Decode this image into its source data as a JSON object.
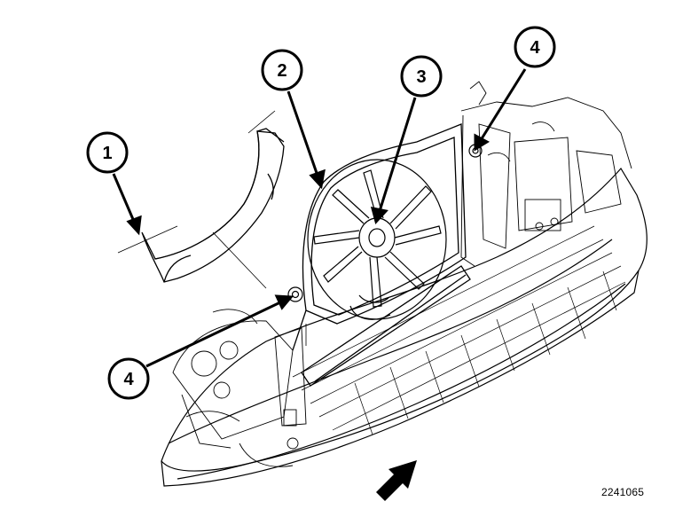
{
  "callouts": [
    {
      "id": "callout-1",
      "label": "1"
    },
    {
      "id": "callout-2",
      "label": "2"
    },
    {
      "id": "callout-3",
      "label": "3"
    },
    {
      "id": "callout-4-top",
      "label": "4"
    },
    {
      "id": "callout-4-left",
      "label": "4"
    }
  ],
  "figure_code": "2241065",
  "colors": {
    "line": "#000000",
    "background": "#ffffff"
  }
}
